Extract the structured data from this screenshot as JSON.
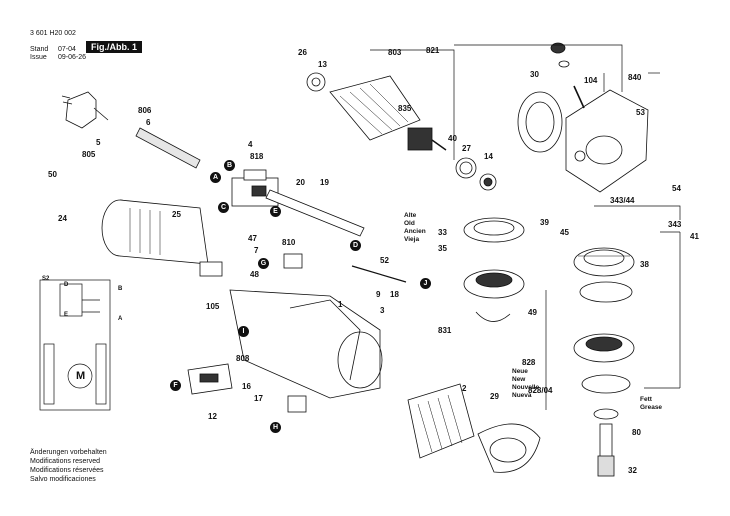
{
  "header": {
    "doc_number": "3 601 H20 002",
    "stand_label": "Stand",
    "stand_value": "07-04",
    "issue_label": "Issue",
    "issue_value": "09-06-26",
    "figure_label": "Fig./Abb. 1"
  },
  "footer_notes": [
    "Änderungen vorbehalten",
    "Modifications reserved",
    "Modifications réservées",
    "Salvo modificaciones"
  ],
  "old_label": {
    "lines": [
      "Alte",
      "Old",
      "Ancien",
      "Vieja"
    ]
  },
  "new_label": {
    "lines": [
      "Neue",
      "New",
      "Nouvelle",
      "Nueva"
    ]
  },
  "grease_label": {
    "lines": [
      "Fett",
      "Grease"
    ]
  },
  "part_numbers": [
    "4",
    "5",
    "6",
    "12",
    "13",
    "14",
    "16",
    "17",
    "18",
    "19",
    "20",
    "24",
    "25",
    "26",
    "27",
    "29",
    "30",
    "32",
    "33",
    "35",
    "38",
    "39",
    "40",
    "41",
    "45",
    "47",
    "48",
    "49",
    "50",
    "52",
    "53",
    "54",
    "80",
    "104",
    "105",
    "343",
    "343/44",
    "808",
    "810",
    "818",
    "821",
    "828",
    "828/04",
    "831",
    "835",
    "840",
    "1",
    "2",
    "3",
    "7",
    "9",
    "805",
    "806",
    "803"
  ],
  "callout_letters": [
    "A",
    "B",
    "C",
    "D",
    "E",
    "F",
    "G",
    "H",
    "I",
    "J"
  ],
  "wiring": {
    "terminals": [
      "S2",
      "D",
      "B",
      "A",
      "E",
      "M"
    ]
  },
  "colors": {
    "ink": "#111111",
    "paper": "#ffffff",
    "badge": "#111111"
  }
}
